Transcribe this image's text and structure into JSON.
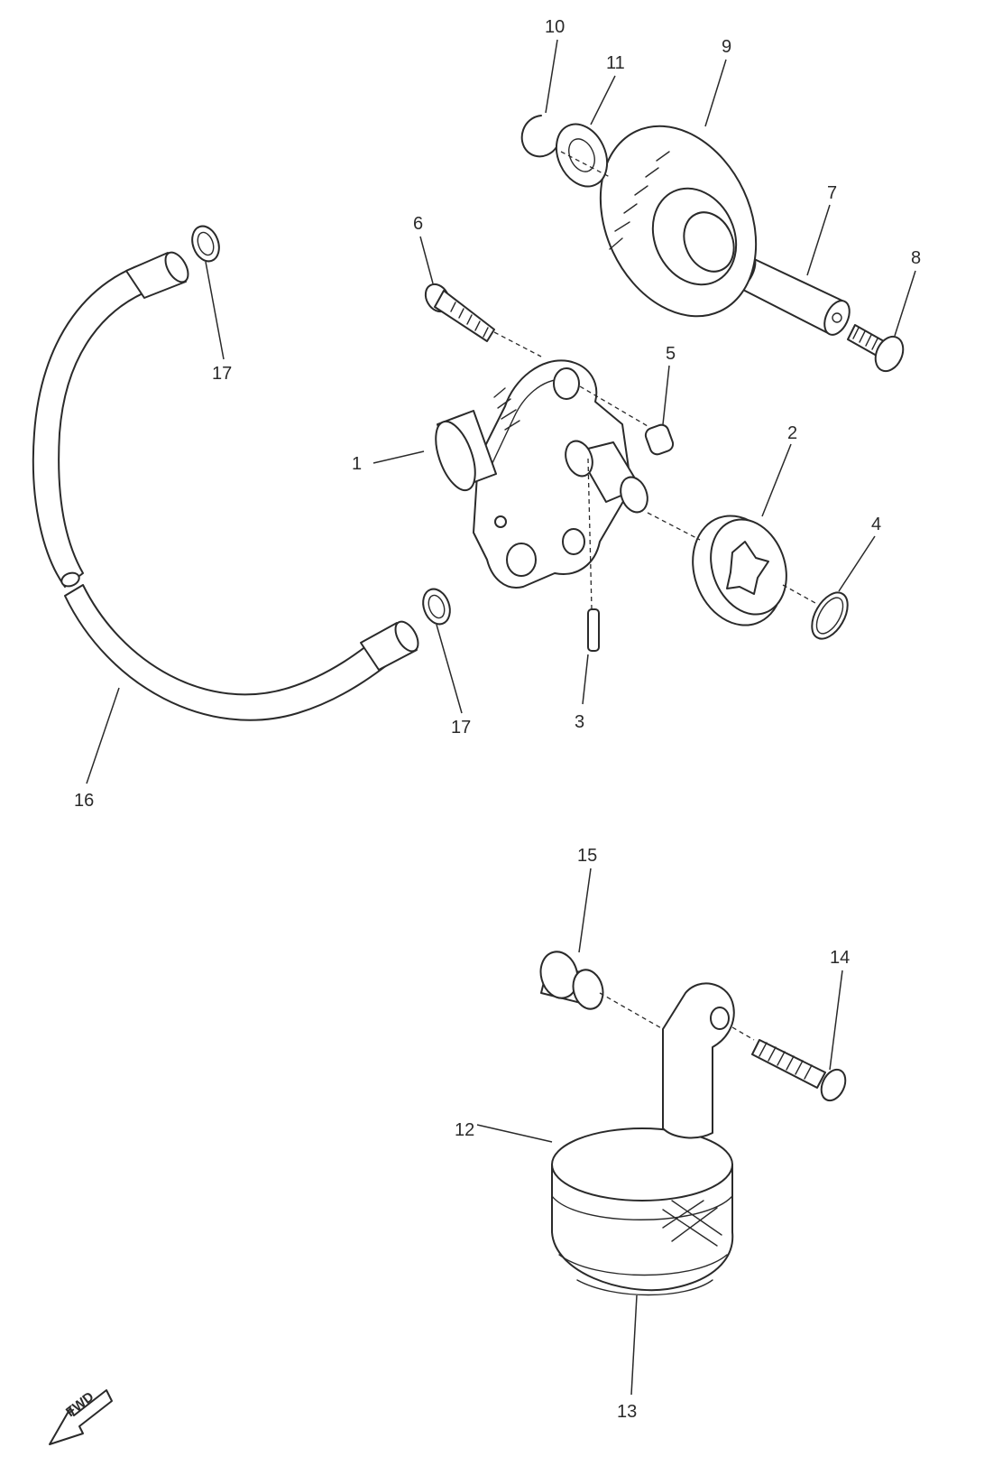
{
  "callouts": {
    "c1": "1",
    "c2": "2",
    "c3": "3",
    "c4": "4",
    "c5": "5",
    "c6": "6",
    "c7": "7",
    "c8": "8",
    "c9": "9",
    "c10": "10",
    "c11": "11",
    "c12": "12",
    "c13": "13",
    "c14": "14",
    "c15": "15",
    "c16": "16",
    "c17a": "17",
    "c17b": "17"
  },
  "fwd_label": "FWD"
}
